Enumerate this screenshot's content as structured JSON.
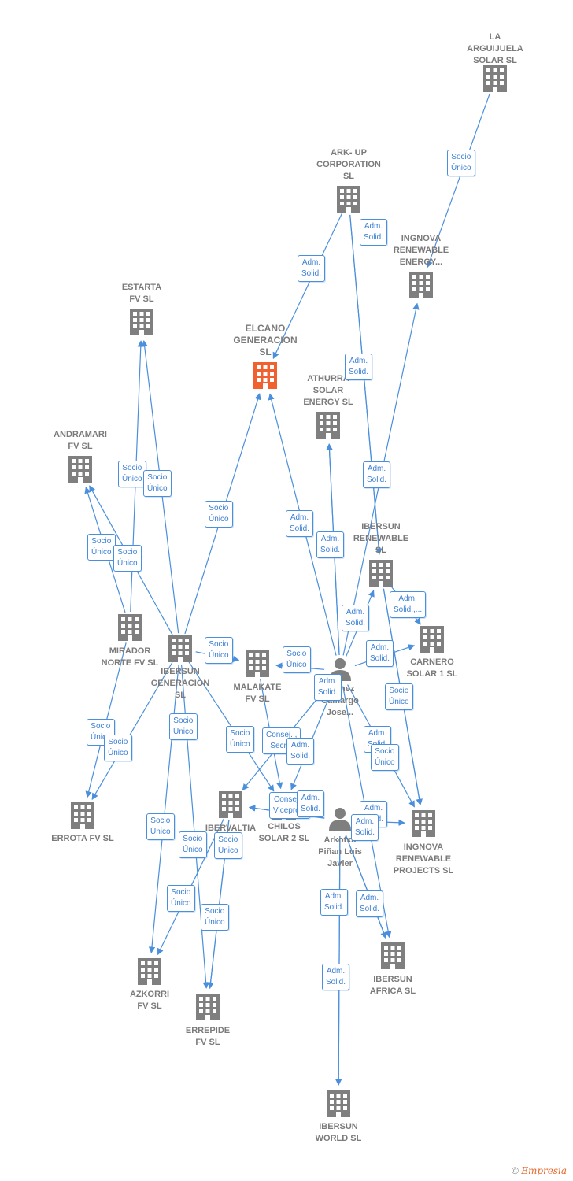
{
  "colors": {
    "edge": "#4a8fdc",
    "company": "#7f7f7f",
    "main_company": "#f0612f",
    "label": "#7a7a7a"
  },
  "nodes": [
    {
      "id": "la-arguijuela",
      "label": "LA\nARGUIJUELA\nSOLAR  SL",
      "kind": "company"
    },
    {
      "id": "ark-up",
      "label": "ARK- UP\nCORPORATION\nSL",
      "kind": "company"
    },
    {
      "id": "ingnova-energy",
      "label": "INGNOVA\nRENEWABLE\nENERGY...",
      "kind": "company"
    },
    {
      "id": "estarta",
      "label": "ESTARTA\nFV  SL",
      "kind": "company"
    },
    {
      "id": "elcano",
      "label": "ELCANO\nGENERACION\nSL",
      "kind": "main"
    },
    {
      "id": "athurra",
      "label": "ATHURRA\nSOLAR\nENERGY  SL",
      "kind": "company"
    },
    {
      "id": "andramari",
      "label": "ANDRAMARI\nFV  SL",
      "kind": "company"
    },
    {
      "id": "ibersun-renewable",
      "label": "IBERSUN\nRENEWABLE\nSL",
      "kind": "company"
    },
    {
      "id": "carnero",
      "label": "CARNERO\nSOLAR 1  SL",
      "kind": "company"
    },
    {
      "id": "mirador",
      "label": "MIRADOR\nNORTE FV  SL",
      "kind": "company"
    },
    {
      "id": "ibersun-generacion",
      "label": "IBERSUN\nGENERACION\nSL",
      "kind": "company"
    },
    {
      "id": "malakate",
      "label": "MALAKATE\nFV  SL",
      "kind": "company"
    },
    {
      "id": "gomez",
      "label": "Gomez\nCamargo\nJose...",
      "kind": "person"
    },
    {
      "id": "errota",
      "label": "ERROTA FV  SL",
      "kind": "company"
    },
    {
      "id": "ibervaltia",
      "label": "IBERVALTIA\nSL",
      "kind": "company"
    },
    {
      "id": "chilos",
      "label": "CHILOS\nSOLAR 2  SL",
      "kind": "company"
    },
    {
      "id": "arkotxa",
      "label": "Arkotxa\nPiñan Luis\nJavier",
      "kind": "person"
    },
    {
      "id": "ingnova-projects",
      "label": "INGNOVA\nRENEWABLE\nPROJECTS  SL",
      "kind": "company"
    },
    {
      "id": "azkorri",
      "label": "AZKORRI\nFV  SL",
      "kind": "company"
    },
    {
      "id": "errepide",
      "label": "ERREPIDE\nFV  SL",
      "kind": "company"
    },
    {
      "id": "ibersun-africa",
      "label": "IBERSUN\nAFRICA  SL",
      "kind": "company"
    },
    {
      "id": "ibersun-world",
      "label": "IBERSUN\nWORLD  SL",
      "kind": "company"
    }
  ],
  "edges": [
    {
      "from": "la-arguijuela",
      "to": "ingnova-energy",
      "label": "Socio\nÚnico"
    },
    {
      "from": "ark-up",
      "to": "elcano",
      "label": "Adm.\nSolid."
    },
    {
      "from": "ark-up",
      "to": "ibersun-renewable",
      "label": "Adm.\nSolid."
    },
    {
      "from": "ark-up",
      "to": "ibersun-renewable",
      "label": "Adm.\nSolid."
    },
    {
      "from": "gomez",
      "to": "ingnova-energy",
      "label": "Adm.\nSolid."
    },
    {
      "from": "mirador",
      "to": "estarta",
      "label": "Socio\nÚnico"
    },
    {
      "from": "ibersun-generacion",
      "to": "estarta",
      "label": "Socio\nÚnico"
    },
    {
      "from": "ibersun-generacion",
      "to": "elcano",
      "label": "Socio\nÚnico"
    },
    {
      "from": "gomez",
      "to": "elcano",
      "label": "Adm.\nSolid."
    },
    {
      "from": "gomez",
      "to": "athurra",
      "label": "Adm.\nSolid."
    },
    {
      "from": "mirador",
      "to": "andramari",
      "label": "Socio\nÚnico"
    },
    {
      "from": "ibersun-generacion",
      "to": "andramari",
      "label": "Socio\nÚnico"
    },
    {
      "from": "gomez",
      "to": "athurra",
      "label": "Adm.\nSolid."
    },
    {
      "from": "gomez",
      "to": "ibersun-renewable",
      "label": "Adm.\nSolid.,..."
    },
    {
      "from": "ibersun-renewable",
      "to": "carnero",
      "label": "Socio\nÚnico"
    },
    {
      "from": "ibersun-generacion",
      "to": "malakate",
      "label": "Socio\nÚnico"
    },
    {
      "from": "gomez",
      "to": "malakate",
      "label": "Adm.\nSolid."
    },
    {
      "from": "gomez",
      "to": "carnero",
      "label": "Adm.\nSolid."
    },
    {
      "from": "gomez",
      "to": "ibervaltia",
      "label": "Socio\nÚnico"
    },
    {
      "from": "ibersun-renewable",
      "to": "ingnova-projects",
      "label": "Socio\nÚnico"
    },
    {
      "from": "mirador",
      "to": "errota",
      "label": "Socio\nÚnico"
    },
    {
      "from": "ibersun-generacion",
      "to": "errota",
      "label": "Socio\nÚnico"
    },
    {
      "from": "ibersun-generacion",
      "to": "chilos",
      "label": "Socio\nÚnico"
    },
    {
      "from": "malakate",
      "to": "chilos",
      "label": "Consej. ,\nSecre."
    },
    {
      "from": "gomez",
      "to": "ingnova-projects",
      "label": "Adm.\nSolid."
    },
    {
      "from": "gomez",
      "to": "chilos",
      "label": "Adm.\nSolid."
    },
    {
      "from": "arkotxa",
      "to": "ibervaltia",
      "label": "Consej. ,\nVicepres."
    },
    {
      "from": "arkotxa",
      "to": "ibervaltia",
      "label": "Adm.\nSolid."
    },
    {
      "from": "arkotxa",
      "to": "ingnova-projects",
      "label": "Adm.\nSolid."
    },
    {
      "from": "ibersun-renewable",
      "to": "ingnova-projects",
      "label": "Socio\nÚnico"
    },
    {
      "from": "gomez",
      "to": "ibersun-africa",
      "label": "Adm.\nSolid."
    },
    {
      "from": "arkotxa",
      "to": "ibersun-africa",
      "label": "Adm.\nSolid."
    },
    {
      "from": "ibersun-generacion",
      "to": "azkorri",
      "label": "Socio\nÚnico"
    },
    {
      "from": "ibersun-generacion",
      "to": "errepide",
      "label": "Socio\nÚnico"
    },
    {
      "from": "ibervaltia",
      "to": "errepide",
      "label": "Socio\nÚnico"
    },
    {
      "from": "ibervaltia",
      "to": "azkorri",
      "label": "Socio\nÚnico"
    },
    {
      "from": "ibervaltia",
      "to": "errepide",
      "label": "Socio\nÚnico"
    },
    {
      "from": "arkotxa",
      "to": "ibersun-world",
      "label": "Adm.\nSolid."
    },
    {
      "from": "arkotxa",
      "to": "ibersun-africa",
      "label": "Adm.\nSolid."
    },
    {
      "from": "arkotxa",
      "to": "ibersun-world",
      "label": "Adm.\nSolid."
    }
  ],
  "footer": {
    "copyright": "©",
    "brand": "Empresia"
  }
}
